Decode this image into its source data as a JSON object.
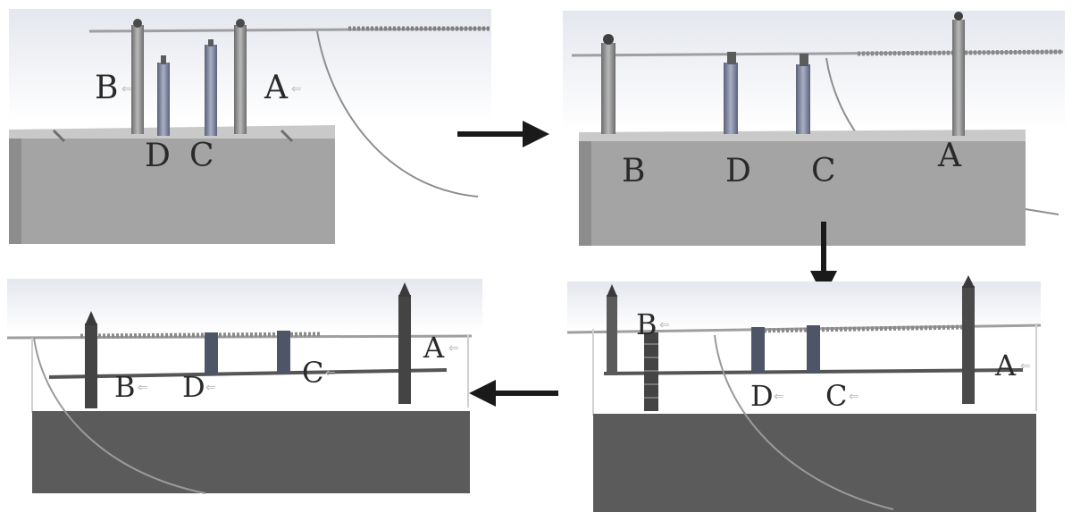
{
  "panels": [
    {
      "id": "panel-1",
      "labels": [
        "B",
        "D",
        "C",
        "A"
      ]
    },
    {
      "id": "panel-2",
      "labels": [
        "B",
        "D",
        "C",
        "A"
      ]
    },
    {
      "id": "panel-3",
      "labels": [
        "B",
        "D",
        "C",
        "A"
      ]
    },
    {
      "id": "panel-4",
      "labels": [
        "B",
        "D",
        "C",
        "A"
      ]
    }
  ],
  "colors": {
    "block_light": "#a7a7a7",
    "block_dark": "#5b5b5b",
    "rod": "#8a8a8a",
    "rod_blue": "#7d8494",
    "wire": "#9a9a9a",
    "arrow": "#1a1a1a"
  }
}
